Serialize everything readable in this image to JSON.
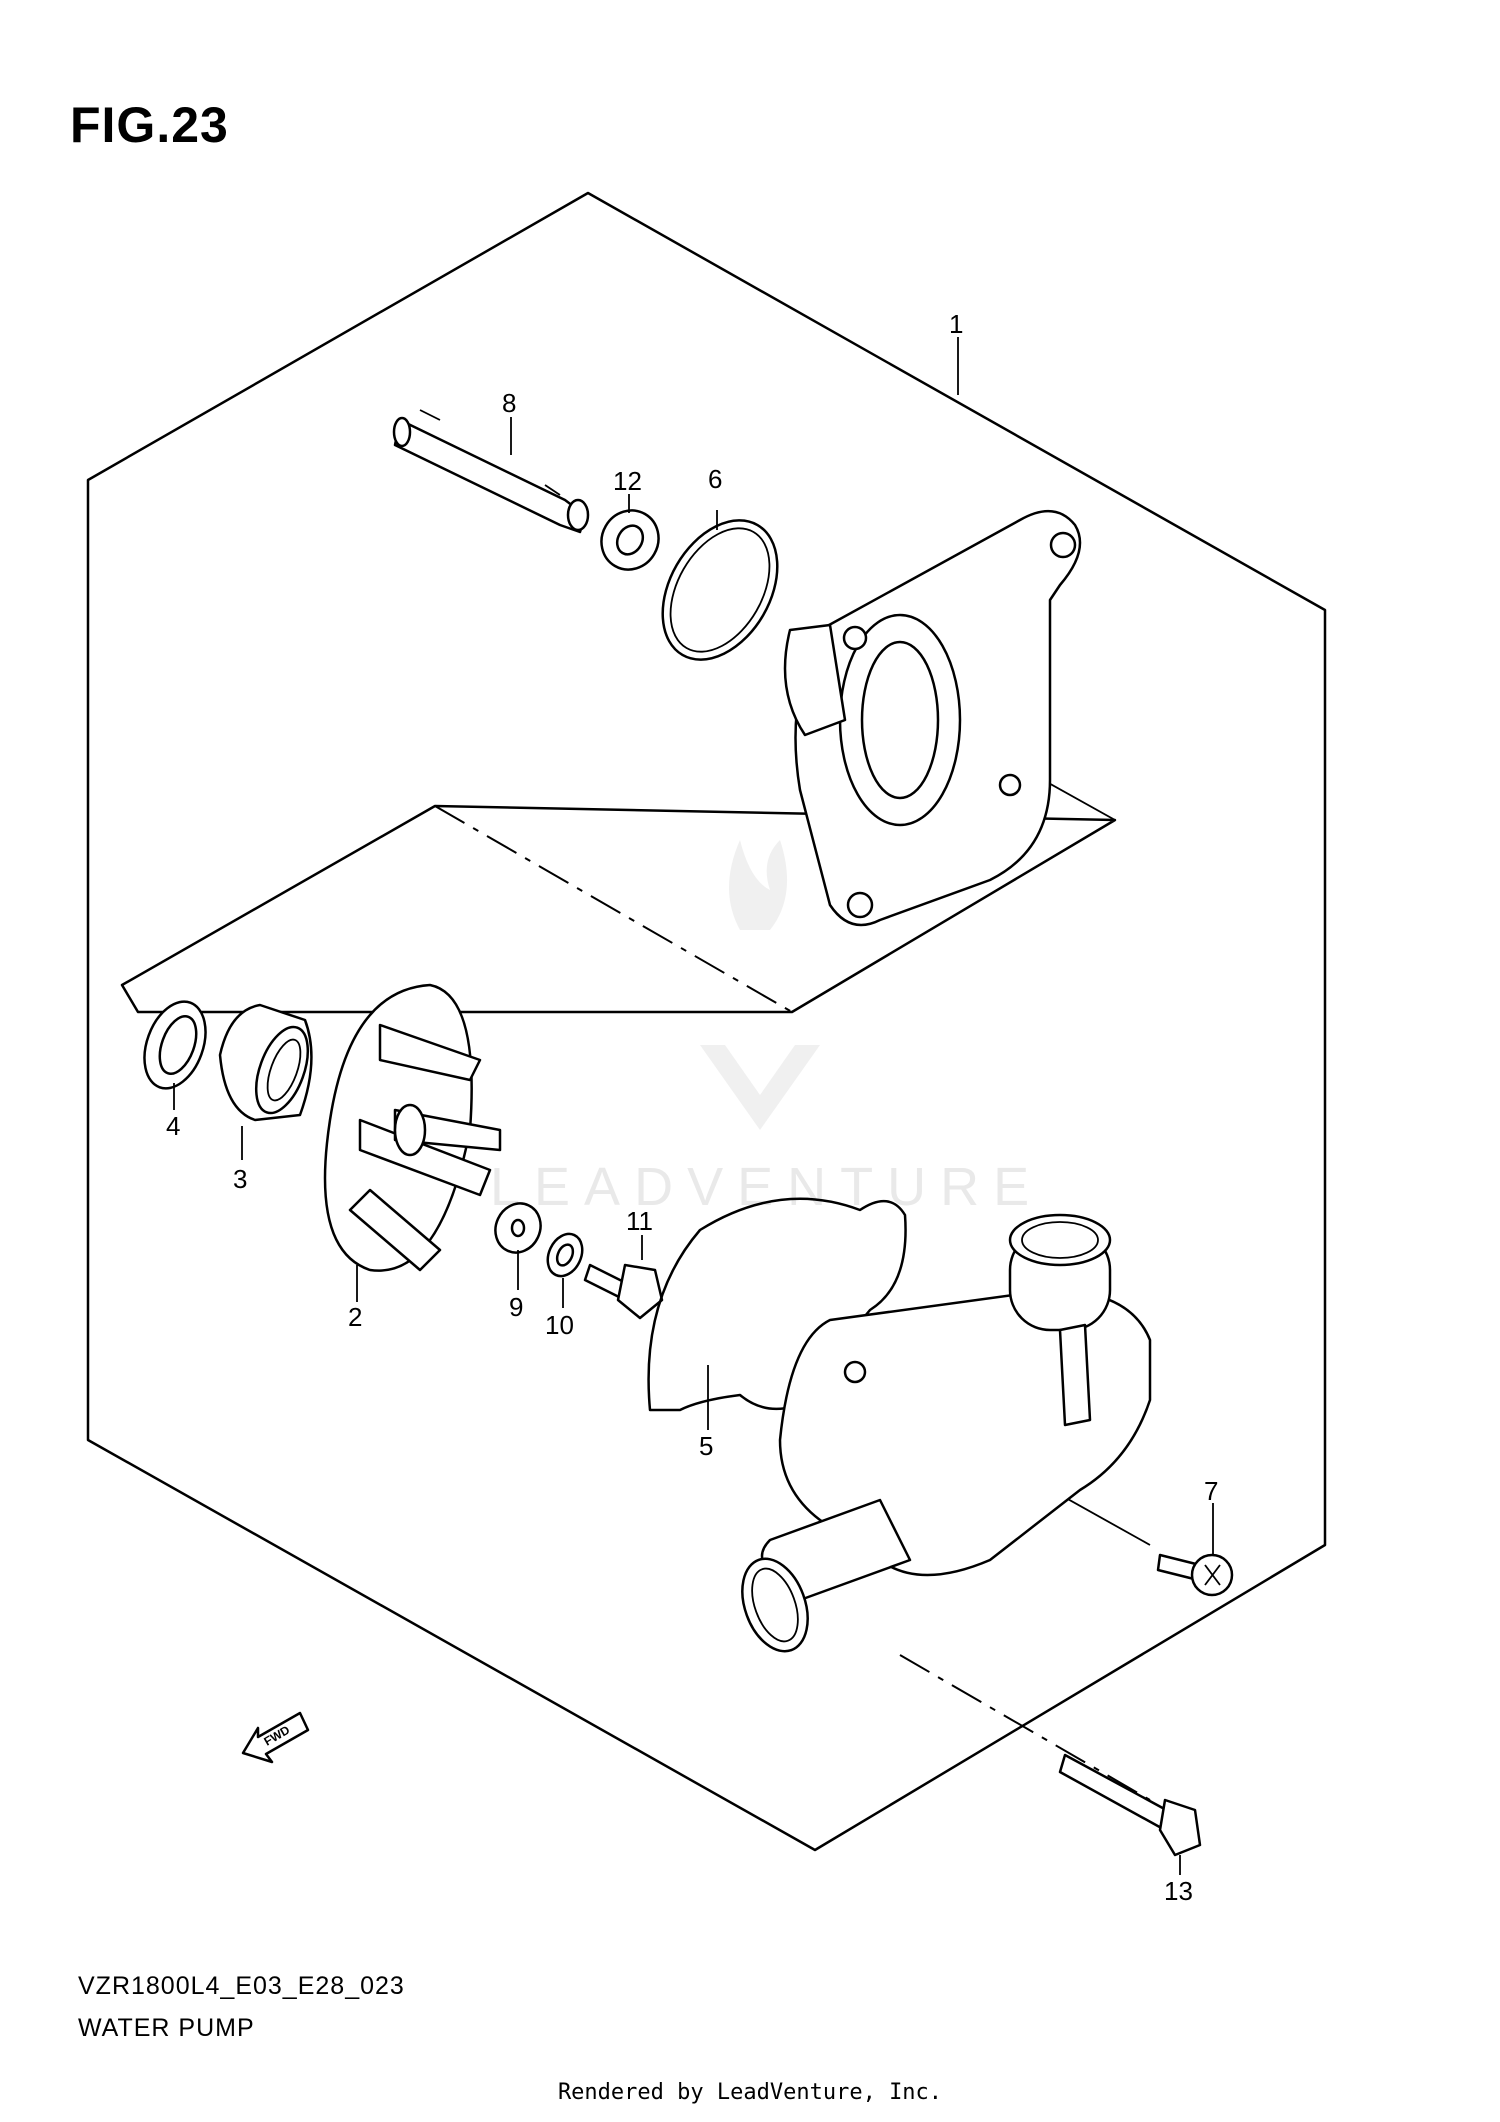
{
  "figure": {
    "title": "FIG.23",
    "code": "VZR1800L4_E03_E28_023",
    "name": "WATER PUMP",
    "footer": "Rendered by LeadVenture, Inc.",
    "watermark": "LEADVENTURE",
    "fwd_label": "FWD"
  },
  "callouts": {
    "p1": "1",
    "p2": "2",
    "p3": "3",
    "p4": "4",
    "p5": "5",
    "p6": "6",
    "p7": "7",
    "p8": "8",
    "p9": "9",
    "p10": "10",
    "p11": "11",
    "p12": "12",
    "p13": "13"
  }
}
